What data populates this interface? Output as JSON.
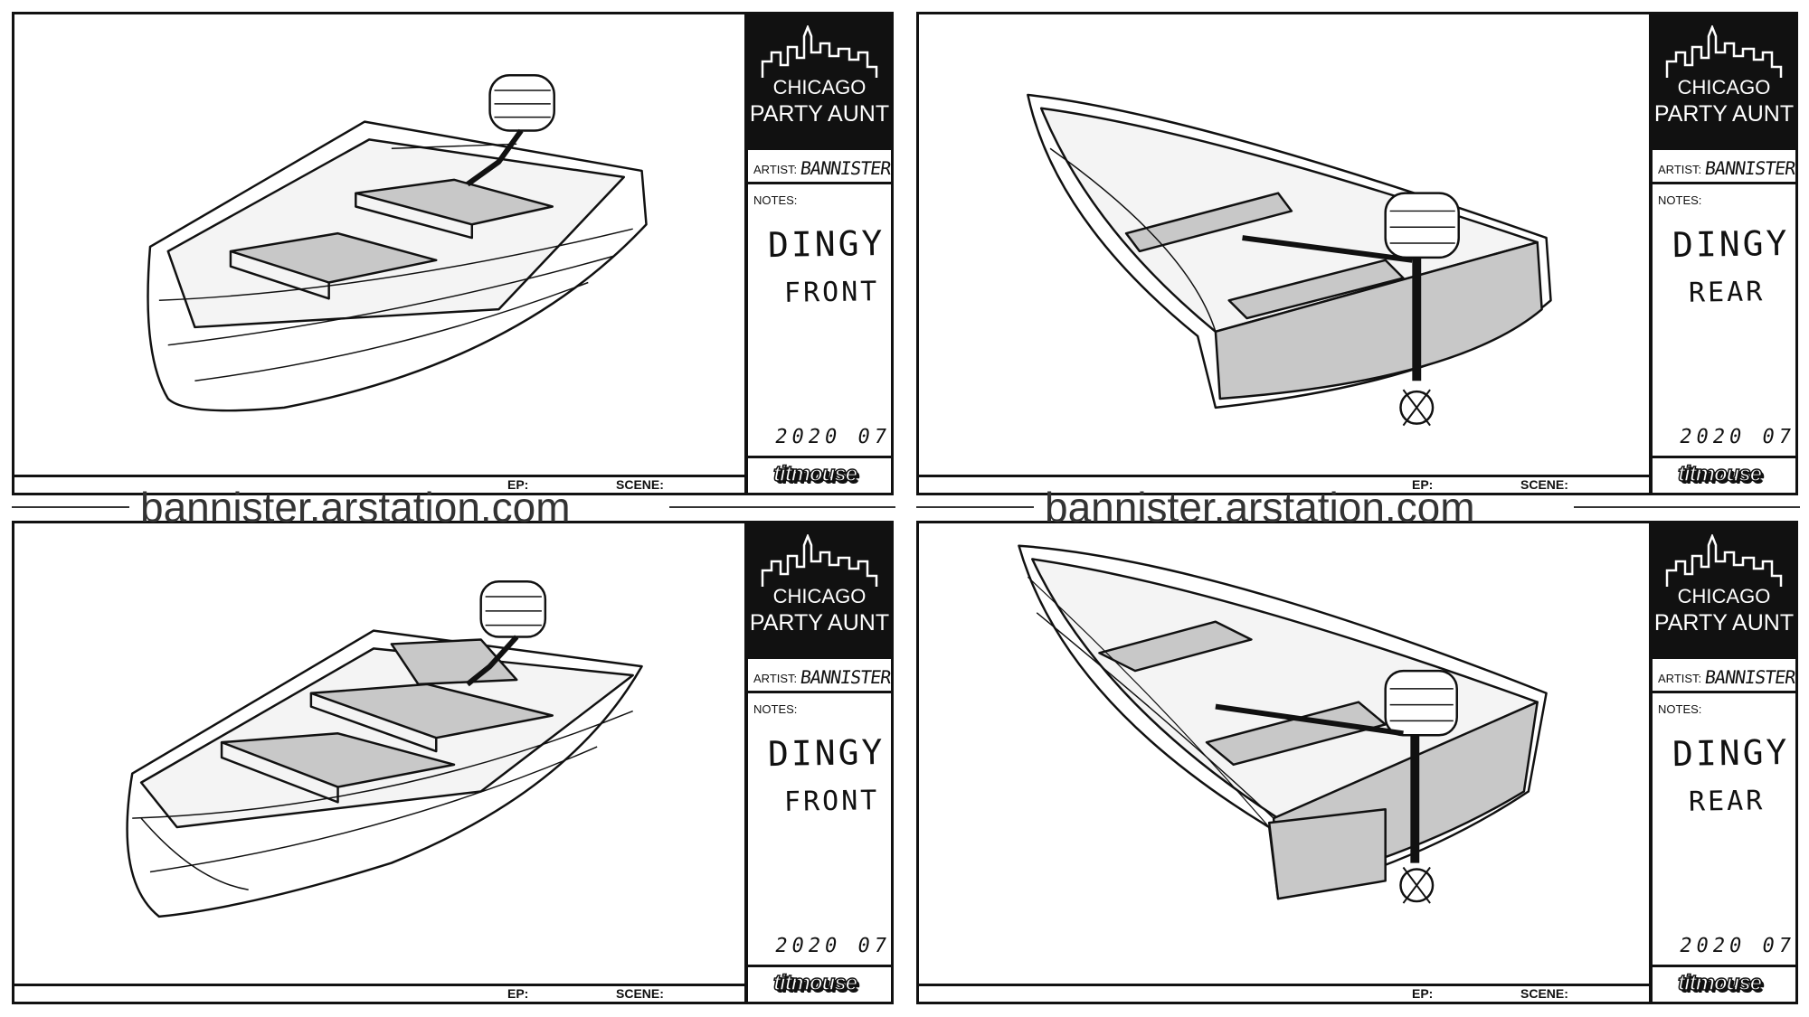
{
  "panels": [
    {
      "logo_line1": "CHICAGO",
      "logo_line2": "PARTY AUNT",
      "artist_label": "ARTIST:",
      "artist_name": "BANNISTER",
      "notes_label": "NOTES:",
      "note_line1": "DINGY",
      "note_line2": "FRONT",
      "date": "2020 07",
      "brand": "titmouse",
      "ep_label": "EP:",
      "scene_label": "SCENE:"
    },
    {
      "logo_line1": "CHICAGO",
      "logo_line2": "PARTY AUNT",
      "artist_label": "ARTIST:",
      "artist_name": "BANNISTER",
      "notes_label": "NOTES:",
      "note_line1": "DINGY",
      "note_line2": "REAR",
      "date": "2020 07",
      "brand": "titmouse",
      "ep_label": "EP:",
      "scene_label": "SCENE:"
    },
    {
      "logo_line1": "CHICAGO",
      "logo_line2": "PARTY AUNT",
      "artist_label": "ARTIST:",
      "artist_name": "BANNISTER",
      "notes_label": "NOTES:",
      "note_line1": "DINGY",
      "note_line2": "FRONT",
      "date": "2020 07",
      "brand": "titmouse",
      "ep_label": "EP:",
      "scene_label": "SCENE:"
    },
    {
      "logo_line1": "CHICAGO",
      "logo_line2": "PARTY AUNT",
      "artist_label": "ARTIST:",
      "artist_name": "BANNISTER",
      "notes_label": "NOTES:",
      "note_line1": "DINGY",
      "note_line2": "REAR",
      "date": "2020 07",
      "brand": "titmouse",
      "ep_label": "EP:",
      "scene_label": "SCENE:"
    }
  ],
  "watermarks": [
    "bannister.arstation.com",
    "bannister.arstation.com"
  ],
  "colors": {
    "ink": "#111111",
    "shade": "#c8c8c8",
    "paper": "#ffffff"
  }
}
